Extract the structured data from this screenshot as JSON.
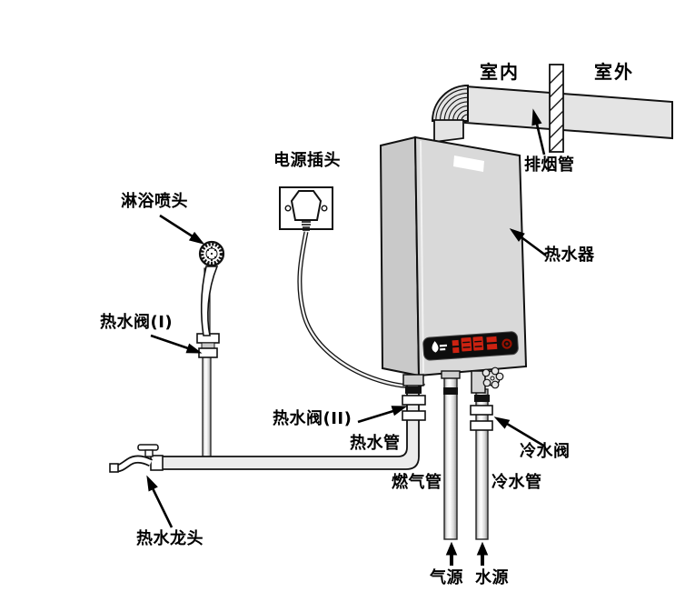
{
  "diagram": {
    "labels": {
      "indoor": "室内",
      "outdoor": "室外",
      "exhaust_pipe": "排烟管",
      "power_plug": "电源插头",
      "shower_head": "淋浴喷头",
      "hot_water_valve_1": "热水阀(I)",
      "water_heater": "热水器",
      "hot_water_valve_2": "热水阀(II)",
      "hot_water_pipe": "热水管",
      "cold_water_valve": "冷水阀",
      "gas_pipe": "燃气管",
      "cold_water_pipe": "冷水管",
      "hot_water_tap": "热水龙头",
      "gas_source": "气源",
      "water_source": "水源"
    },
    "colors": {
      "line": "#111111",
      "heater_body": "#d9d9d9",
      "heater_side": "#c9c9c9",
      "pipe_fill": "#e4e4e4",
      "panel_bg": "#0d0d0d",
      "panel_accent": "#cc2211",
      "background": "#ffffff"
    }
  }
}
